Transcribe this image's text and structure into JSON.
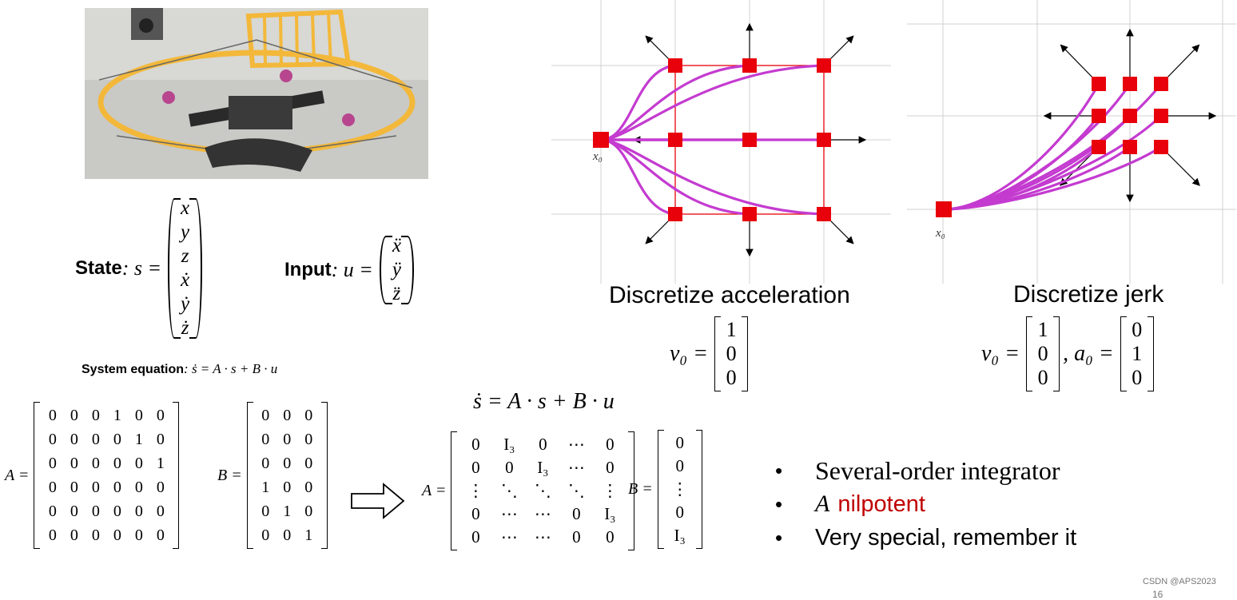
{
  "photo": {
    "alt_icon": "quadrotor-photo"
  },
  "state": {
    "label": "State",
    "expr": ": s =",
    "components": [
      "x",
      "y",
      "z",
      "ẋ",
      "ẏ",
      "ż"
    ]
  },
  "input": {
    "label": "Input",
    "expr": ": u =",
    "components": [
      "ẍ",
      "ÿ",
      "z̈"
    ]
  },
  "system_equation": {
    "label": "System equation",
    "expr": ": ṡ = A · s + B · u"
  },
  "matrix_A_full": {
    "label": "A =",
    "rows": [
      [
        "0",
        "0",
        "0",
        "1",
        "0",
        "0"
      ],
      [
        "0",
        "0",
        "0",
        "0",
        "1",
        "0"
      ],
      [
        "0",
        "0",
        "0",
        "0",
        "0",
        "1"
      ],
      [
        "0",
        "0",
        "0",
        "0",
        "0",
        "0"
      ],
      [
        "0",
        "0",
        "0",
        "0",
        "0",
        "0"
      ],
      [
        "0",
        "0",
        "0",
        "0",
        "0",
        "0"
      ]
    ]
  },
  "matrix_B_full": {
    "label": "B =",
    "rows": [
      [
        "0",
        "0",
        "0"
      ],
      [
        "0",
        "0",
        "0"
      ],
      [
        "0",
        "0",
        "0"
      ],
      [
        "1",
        "0",
        "0"
      ],
      [
        "0",
        "1",
        "0"
      ],
      [
        "0",
        "0",
        "1"
      ]
    ]
  },
  "arrow": {
    "icon": "right-arrow-icon"
  },
  "compact_equation": "ṡ = A · s + B · u",
  "matrix_A_block": {
    "label": "A =",
    "rows": [
      [
        "0",
        "I₃",
        "0",
        "⋯",
        "0"
      ],
      [
        "0",
        "0",
        "I₃",
        "⋯",
        "0"
      ],
      [
        "⋮",
        "⋱",
        "⋱",
        "⋱",
        "⋮"
      ],
      [
        "0",
        "⋯",
        "⋯",
        "0",
        "I₃"
      ],
      [
        "0",
        "⋯",
        "⋯",
        "0",
        "0"
      ]
    ]
  },
  "matrix_B_block": {
    "label": "B =",
    "rows": [
      [
        "0"
      ],
      [
        "0"
      ],
      [
        "⋮"
      ],
      [
        "0"
      ],
      [
        "I₃"
      ]
    ]
  },
  "diagram_acc": {
    "origin_label": "x₀",
    "caption": "Discretize acceleration",
    "v0_label": "v₀ =",
    "v0": [
      "1",
      "0",
      "0"
    ],
    "colors": {
      "node": "#e8000b",
      "path": "#c43bd0",
      "grid": "#d0d0d0"
    }
  },
  "diagram_jerk": {
    "origin_label": "x₀",
    "caption": "Discretize jerk",
    "v0_label": "v₀ =",
    "v0": [
      "1",
      "0",
      "0"
    ],
    "a0_label": ", a₀ =",
    "a0": [
      "0",
      "1",
      "0"
    ]
  },
  "bullets": {
    "items": [
      {
        "pre": "",
        "text": "Several-order integrator"
      },
      {
        "pre": "A",
        "text": "nilpotent",
        "color": "#c00000"
      },
      {
        "pre": "",
        "text": "Very special, remember it"
      }
    ]
  },
  "footer": {
    "watermark": "CSDN @APS2023",
    "page": "16"
  }
}
